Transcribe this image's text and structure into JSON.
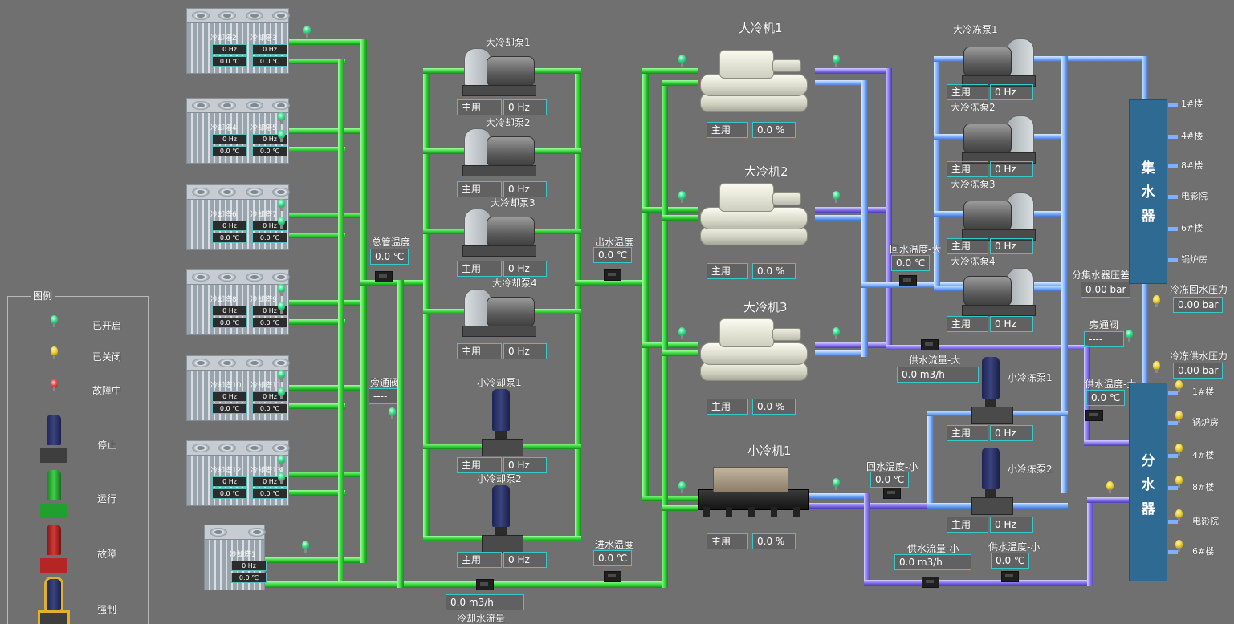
{
  "towers": [
    {
      "id": "t23",
      "names": [
        "冷却塔2",
        "冷却塔3"
      ],
      "hz": [
        "0 Hz",
        "0 Hz"
      ],
      "temp": [
        "0.0 ℃",
        "0.0 ℃"
      ]
    },
    {
      "id": "t45",
      "names": [
        "冷却塔4",
        "冷却塔5"
      ],
      "hz": [
        "0 Hz",
        "0 Hz"
      ],
      "temp": [
        "0.0 ℃",
        "0.0 ℃"
      ]
    },
    {
      "id": "t67",
      "names": [
        "冷却塔6",
        "冷却塔7"
      ],
      "hz": [
        "0 Hz",
        "0 Hz"
      ],
      "temp": [
        "0.0 ℃",
        "0.0 ℃"
      ]
    },
    {
      "id": "t89",
      "names": [
        "冷却塔8",
        "冷却塔9"
      ],
      "hz": [
        "0 Hz",
        "0 Hz"
      ],
      "temp": [
        "0.0 ℃",
        "0.0 ℃"
      ]
    },
    {
      "id": "t1011",
      "names": [
        "冷却塔10",
        "冷却塔11"
      ],
      "hz": [
        "0 Hz",
        "0 Hz"
      ],
      "temp": [
        "0.0 ℃",
        "0.0 ℃"
      ]
    },
    {
      "id": "t1213",
      "names": [
        "冷却塔12",
        "冷却塔13"
      ],
      "hz": [
        "0 Hz",
        "0 Hz"
      ],
      "temp": [
        "0.0 ℃",
        "0.0 ℃"
      ]
    },
    {
      "id": "t1",
      "names": [
        "冷却塔1"
      ],
      "hz": [
        "0 Hz"
      ],
      "temp": [
        "0.0 ℃"
      ]
    }
  ],
  "cooling_pumps": [
    {
      "name": "大冷却泵1",
      "mode": "主用",
      "hz": "0 Hz"
    },
    {
      "name": "大冷却泵2",
      "mode": "主用",
      "hz": "0 Hz"
    },
    {
      "name": "大冷却泵3",
      "mode": "主用",
      "hz": "0 Hz"
    },
    {
      "name": "大冷却泵4",
      "mode": "主用",
      "hz": "0 Hz"
    },
    {
      "name": "小冷却泵1",
      "mode": "主用",
      "hz": "0 Hz"
    },
    {
      "name": "小冷却泵2",
      "mode": "主用",
      "hz": "0 Hz"
    }
  ],
  "chillers": [
    {
      "name": "大冷机1",
      "mode": "主用",
      "load": "0.0 %"
    },
    {
      "name": "大冷机2",
      "mode": "主用",
      "load": "0.0 %"
    },
    {
      "name": "大冷机3",
      "mode": "主用",
      "load": "0.0 %"
    },
    {
      "name": "小冷机1",
      "mode": "主用",
      "load": "0.0 %"
    }
  ],
  "chilled_pumps": [
    {
      "name": "大冷冻泵1",
      "mode": "主用",
      "hz": "0 Hz"
    },
    {
      "name": "大冷冻泵2",
      "mode": "主用",
      "hz": "0 Hz"
    },
    {
      "name": "大冷冻泵3",
      "mode": "主用",
      "hz": "0 Hz"
    },
    {
      "name": "大冷冻泵4",
      "mode": "主用",
      "hz": "0 Hz"
    },
    {
      "name": "小冷冻泵1",
      "mode": "主用",
      "hz": "0 Hz"
    },
    {
      "name": "小冷冻泵2",
      "mode": "主用",
      "hz": "0 Hz"
    }
  ],
  "sensors": {
    "main_pipe_temp": {
      "label": "总管温度",
      "value": "0.0 ℃"
    },
    "outlet_temp": {
      "label": "出水温度",
      "value": "0.0 ℃"
    },
    "inlet_temp": {
      "label": "进水温度",
      "value": "0.0 ℃"
    },
    "cooling_flow": {
      "label": "冷却水流量",
      "value": "0.0 m3/h"
    },
    "return_temp_big": {
      "label": "回水温度-大",
      "value": "0.0 ℃"
    },
    "supply_flow_big": {
      "label": "供水流量-大",
      "value": "0.0 m3/h"
    },
    "return_temp_small": {
      "label": "回水温度-小",
      "value": "0.0 ℃"
    },
    "supply_flow_small": {
      "label": "供水流量-小",
      "value": "0.0 m3/h"
    },
    "supply_temp_small": {
      "label": "供水温度-小",
      "value": "0.0 ℃"
    },
    "supply_temp_big": {
      "label": "供水温度-大",
      "value": "0.0 ℃"
    },
    "diff_pressure": {
      "label": "分集水器压差",
      "value": "0.00 bar"
    },
    "return_pressure": {
      "label": "冷冻回水压力",
      "value": "0.00 bar"
    },
    "supply_pressure": {
      "label": "冷冻供水压力",
      "value": "0.00 bar"
    },
    "bypass_valve_1": {
      "label": "旁通阀",
      "value": "----"
    },
    "bypass_valve_2": {
      "label": "旁通阀",
      "value": "----"
    }
  },
  "collector": {
    "title": "集水器",
    "chars": [
      "集",
      "水",
      "器"
    ],
    "outlets": [
      "1#楼",
      "4#楼",
      "8#楼",
      "电影院",
      "6#楼",
      "锅炉房"
    ]
  },
  "distributor": {
    "title": "分水器",
    "chars": [
      "分",
      "水",
      "器"
    ],
    "outlets": [
      "1#楼",
      "锅炉房",
      "4#楼",
      "8#楼",
      "电影院",
      "6#楼"
    ]
  },
  "legend": {
    "title": "图例",
    "items": [
      "已开启",
      "已关闭",
      "故障中",
      "停止",
      "运行",
      "故障",
      "强制"
    ]
  },
  "colors": {
    "background": "#707070",
    "cooling_pipe": "#31d13a",
    "chilled_pipe": "#7f6cf0",
    "chilled_pipe_light": "#7aa8ff",
    "accent_box": "#37c9c9",
    "header_blue": "#2f6a93"
  }
}
